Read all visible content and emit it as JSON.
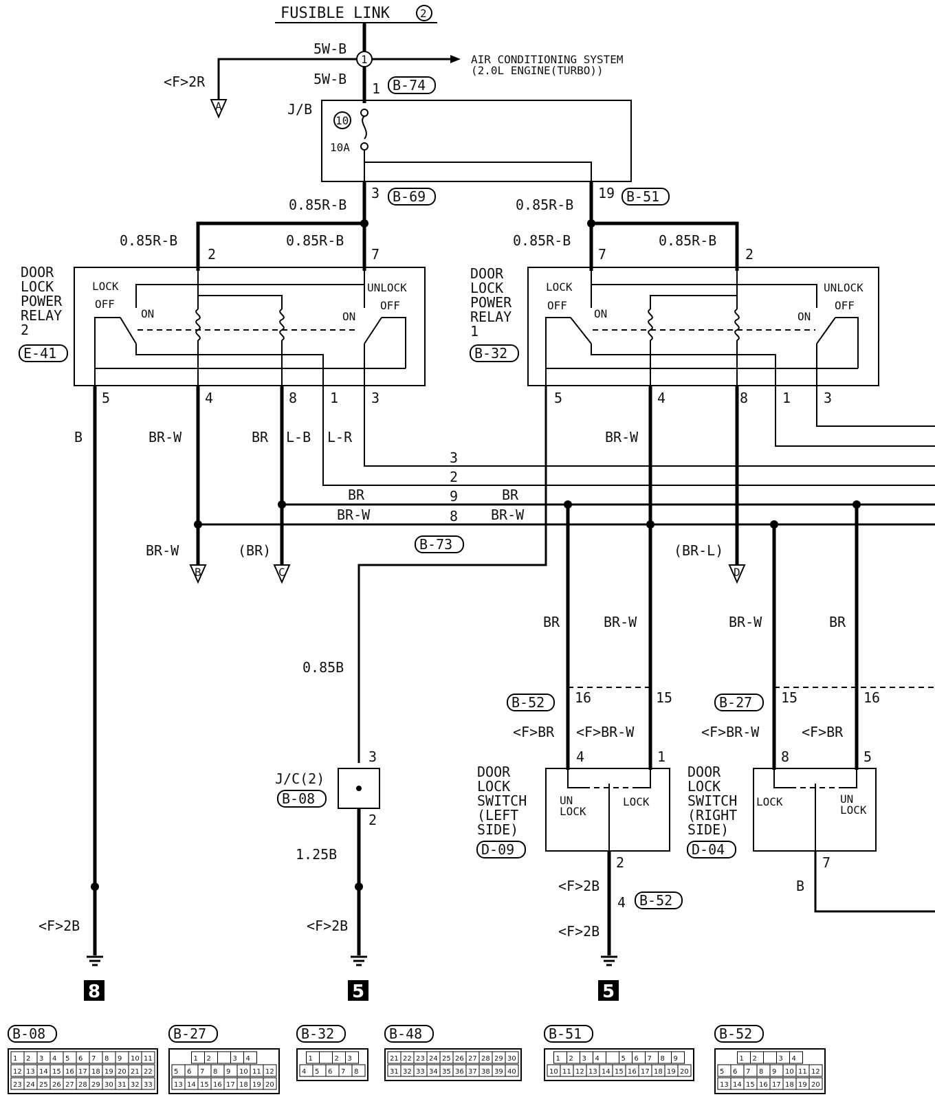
{
  "top": {
    "fusible_link": "FUSIBLE LINK",
    "fusible_link_num": "2",
    "splice_num": "1",
    "wire_5wb_a": "5W-B",
    "wire_5wb_b": "5W-B",
    "ac_line1": "AIR CONDITIONING SYSTEM",
    "ac_line2": "(2.0L ENGINE(TURBO))",
    "f2r": "<F>2R",
    "conn_a": "A",
    "pin_1": "1",
    "conn_b74": "B-74",
    "jb": "J/B",
    "fuse_num": "10",
    "fuse_amp": "10A"
  },
  "relay2": {
    "title": [
      "DOOR",
      "LOCK",
      "POWER",
      "RELAY",
      "2"
    ],
    "conn": "E-41",
    "lock": "LOCK",
    "unlock": "UNLOCK",
    "off_l": "OFF",
    "on_l": "ON",
    "on_r": "ON",
    "off_r": "OFF",
    "pins": [
      "5",
      "4",
      "8",
      "1",
      "3"
    ],
    "top_pins": [
      "2",
      "7"
    ],
    "wire_left": "0.85R-B",
    "wire_mid": "0.85R-B",
    "wire_feed": "0.85R-B",
    "feed_pin": "3",
    "feed_conn": "B-69"
  },
  "relay1": {
    "title": [
      "DOOR",
      "LOCK",
      "POWER",
      "RELAY",
      "1"
    ],
    "conn": "B-32",
    "lock": "LOCK",
    "unlock": "UNLOCK",
    "off_l": "OFF",
    "on_l": "ON",
    "on_r": "ON",
    "off_r": "OFF",
    "pins": [
      "5",
      "4",
      "8",
      "1",
      "3"
    ],
    "top_pins": [
      "7",
      "2"
    ],
    "wire_left": "0.85R-B",
    "wire_right": "0.85R-B",
    "wire_feed": "0.85R-B",
    "feed_pin": "19",
    "feed_conn": "B-51"
  },
  "wires": {
    "b": "B",
    "brw_1": "BR-W",
    "br_1": "BR",
    "lb": "L-B",
    "lr": "L-R",
    "brw_r1": "BR-W",
    "bus_3": "3",
    "bus_2": "2",
    "bus_9": "9",
    "bus_8": "8",
    "bus_br_l": "BR",
    "bus_br_r": "BR",
    "bus_brw_l": "BR-W",
    "bus_brw_r": "BR-W",
    "bus_conn": "B-73",
    "brw_down": "BR-W",
    "br_paren": "(BR)",
    "brl_paren": "(BR-L)",
    "conn_b": "B",
    "conn_c": "C",
    "conn_d": "D",
    "w085b": "0.85B",
    "w125b": "1.25B",
    "f2b_1": "<F>2B",
    "f2b_2": "<F>2B",
    "f2b_3": "<F>2B",
    "f2b_4": "<F>2B",
    "br_a": "BR",
    "brw_a": "BR-W",
    "brw_b": "BR-W",
    "br_b": "BR"
  },
  "jc": {
    "label": "J/C(2)",
    "conn": "B-08",
    "pin_top": "3",
    "pin_bot": "2"
  },
  "left_switch": {
    "conn_b52": "B-52",
    "pin16": "16",
    "pin15": "15",
    "fbr": "<F>BR",
    "fbrw": "<F>BR-W",
    "pin4": "4",
    "pin1": "1",
    "title": [
      "DOOR",
      "LOCK",
      "SWITCH",
      "(LEFT",
      "SIDE)"
    ],
    "conn": "D-09",
    "un": "UN",
    "unlock_lock": "LOCK",
    "lock": "LOCK",
    "pin2": "2",
    "pin4b": "4",
    "conn_b52b": "B-52"
  },
  "right_switch": {
    "conn_b27": "B-27",
    "pin15": "15",
    "pin16": "16",
    "fbrw": "<F>BR-W",
    "fbr": "<F>BR",
    "pin8": "8",
    "pin5": "5",
    "title": [
      "DOOR",
      "LOCK",
      "SWITCH",
      "(RIGHT",
      "SIDE)"
    ],
    "conn": "D-04",
    "lock": "LOCK",
    "un": "UN",
    "unlock_lock": "LOCK",
    "pin7": "7",
    "wire_b": "B"
  },
  "grounds": [
    "8",
    "5",
    "5"
  ],
  "connectors": {
    "b08": {
      "name": "B-08",
      "rows": [
        [
          "1",
          "2",
          "3",
          "4",
          "5",
          "6",
          "7",
          "8",
          "9",
          "10",
          "11"
        ],
        [
          "12",
          "13",
          "14",
          "15",
          "16",
          "17",
          "18",
          "19",
          "20",
          "21",
          "22"
        ],
        [
          "23",
          "24",
          "25",
          "26",
          "27",
          "28",
          "29",
          "30",
          "31",
          "32",
          "33"
        ]
      ]
    },
    "b27": {
      "name": "B-27",
      "rows": [
        [
          "1",
          "2",
          "",
          "3",
          "4"
        ],
        [
          "5",
          "6",
          "7",
          "8",
          "9",
          "10",
          "11",
          "12"
        ],
        [
          "13",
          "14",
          "15",
          "16",
          "17",
          "18",
          "19",
          "20"
        ]
      ]
    },
    "b32": {
      "name": "B-32",
      "rows": [
        [
          "1",
          "",
          "2",
          "3"
        ],
        [
          "4",
          "5",
          "6",
          "7",
          "8"
        ]
      ]
    },
    "b48": {
      "name": "B-48",
      "rows": [
        [
          "21",
          "22",
          "23",
          "24",
          "25",
          "26",
          "27",
          "28",
          "29",
          "30"
        ],
        [
          "31",
          "32",
          "33",
          "34",
          "35",
          "36",
          "37",
          "38",
          "39",
          "40"
        ]
      ]
    },
    "b51": {
      "name": "B-51",
      "rows": [
        [
          "1",
          "2",
          "3",
          "4",
          "",
          "5",
          "6",
          "7",
          "8",
          "9"
        ],
        [
          "10",
          "11",
          "12",
          "13",
          "14",
          "15",
          "16",
          "17",
          "18",
          "19",
          "20"
        ]
      ]
    },
    "b52": {
      "name": "B-52",
      "rows": [
        [
          "1",
          "2",
          "",
          "3",
          "4"
        ],
        [
          "5",
          "6",
          "7",
          "8",
          "9",
          "10",
          "11",
          "12"
        ],
        [
          "13",
          "14",
          "15",
          "16",
          "17",
          "18",
          "19",
          "20"
        ]
      ]
    }
  }
}
